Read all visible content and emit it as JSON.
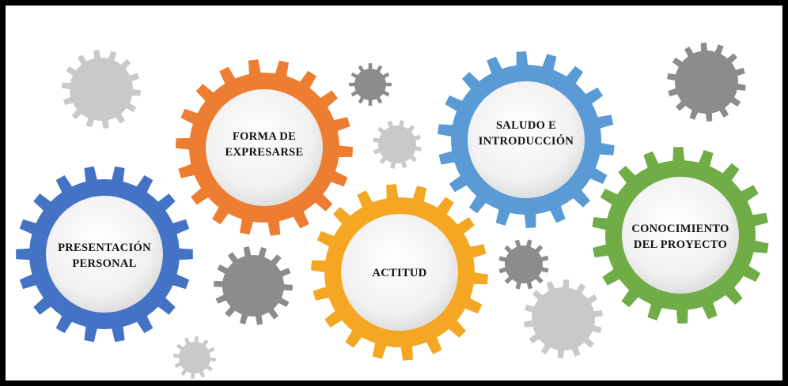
{
  "title": "",
  "colors": {
    "orange": "#ed7d31",
    "blue": "#5b9bd5",
    "dark_blue": "#4472c4",
    "yellow": "#f5a623",
    "green": "#70ad47",
    "gray_light": "#c9c9c9",
    "gray_dark": "#8c8c8c",
    "frame": "#000000"
  },
  "gears": [
    {
      "id": "forma",
      "color": "orange",
      "label_lines": [
        "FORMA DE",
        "EXPRESARSE"
      ]
    },
    {
      "id": "saludo",
      "color": "blue",
      "label_lines": [
        "SALUDO E",
        "INTRODUCCIÓN"
      ]
    },
    {
      "id": "presentacion",
      "color": "dark_blue",
      "label_lines": [
        "PRESENTACIÓN",
        "PERSONAL"
      ]
    },
    {
      "id": "actitud",
      "color": "yellow",
      "label_lines": [
        "ACTITUD"
      ]
    },
    {
      "id": "conocimiento",
      "color": "green",
      "label_lines": [
        "CONOCIMIENTO",
        "DEL PROYECTO"
      ]
    }
  ],
  "decorative_gears": [
    {
      "id": "deco-1",
      "color": "gray_light"
    },
    {
      "id": "deco-2",
      "color": "gray_dark"
    },
    {
      "id": "deco-3",
      "color": "gray_light"
    },
    {
      "id": "deco-4",
      "color": "gray_dark"
    },
    {
      "id": "deco-5",
      "color": "gray_dark"
    },
    {
      "id": "deco-6",
      "color": "gray_light"
    },
    {
      "id": "deco-7",
      "color": "gray_dark"
    },
    {
      "id": "deco-8",
      "color": "gray_light"
    }
  ]
}
